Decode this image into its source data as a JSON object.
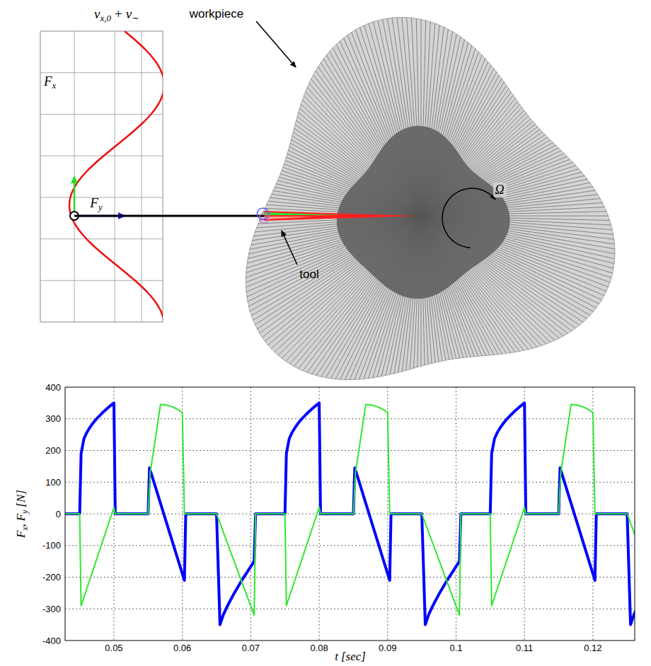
{
  "diagram": {
    "labels": [
      "workpiece",
      "tool",
      "Ω",
      "v",
      "x,0",
      "+",
      "v",
      "∼",
      "F",
      "x",
      "F",
      "y",
      "400",
      "300",
      "200",
      "100",
      "0",
      "-100",
      "-200",
      "-300",
      "-400",
      "0.05",
      "0.06",
      "0.07",
      "0.08",
      "0.09",
      "0.1",
      "0.11",
      "0.12",
      "F",
      "x",
      ",",
      "F",
      "y",
      "[N]",
      "t",
      "[sec]"
    ]
  }
}
